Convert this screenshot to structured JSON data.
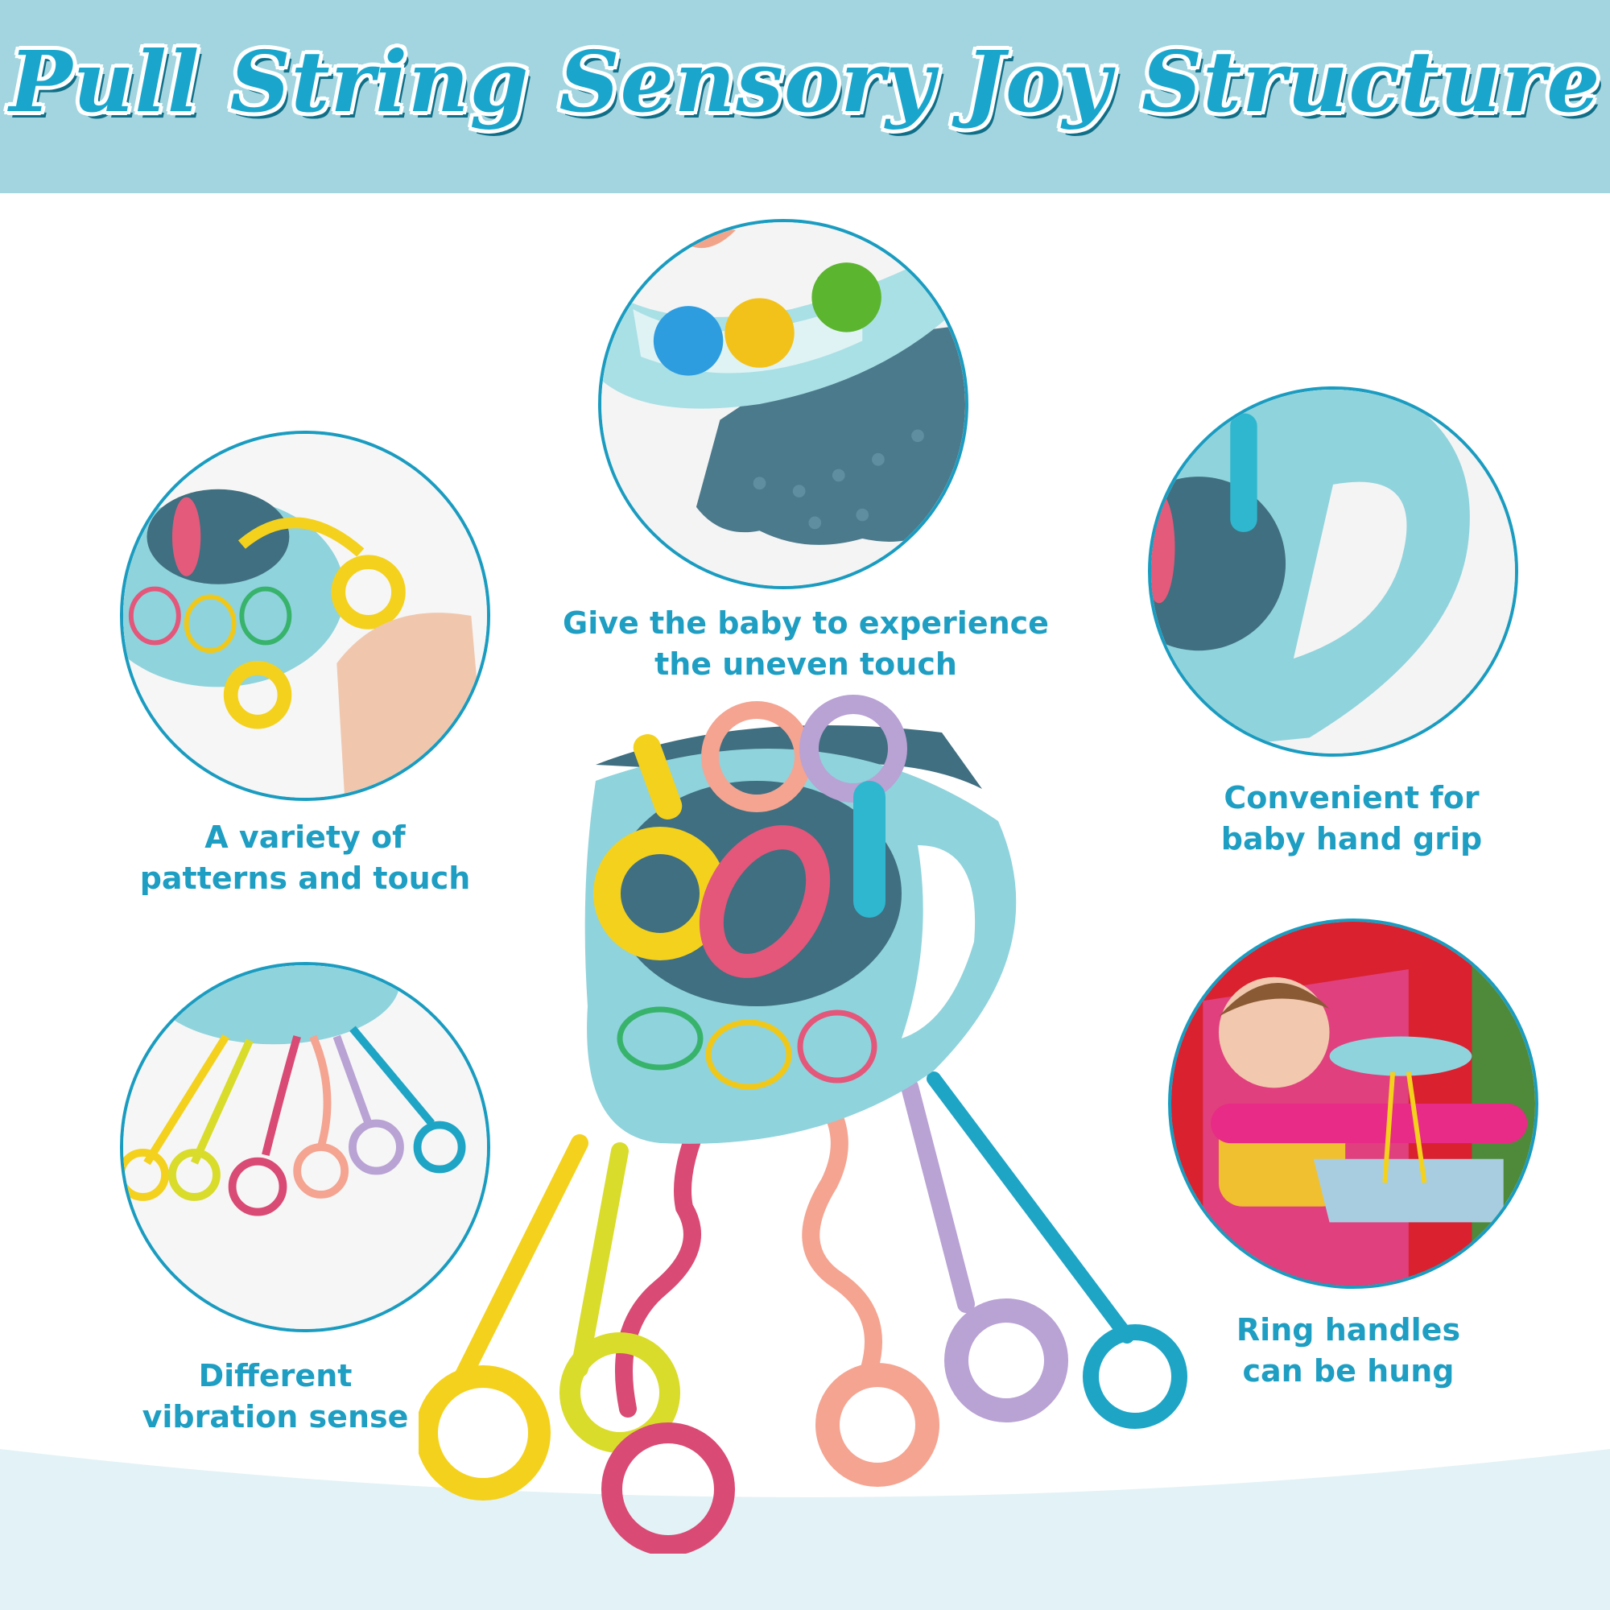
{
  "title": "Pull String Sensory Joy Structure",
  "features": [
    {
      "line1": "Give the baby to experience",
      "line2": "the uneven touch"
    },
    {
      "line1": "A variety of",
      "line2": "patterns and touch"
    },
    {
      "line1": "Convenient for",
      "line2": "baby hand grip"
    },
    {
      "line1": "Different",
      "line2": "vibration sense"
    },
    {
      "line1": "Ring handles",
      "line2": "can be hung"
    }
  ],
  "colors": {
    "accent": "#1a9cc0",
    "banner": "#a2d5df",
    "toy_body": "#8fd3dc",
    "toy_core": "#3f6f80"
  }
}
